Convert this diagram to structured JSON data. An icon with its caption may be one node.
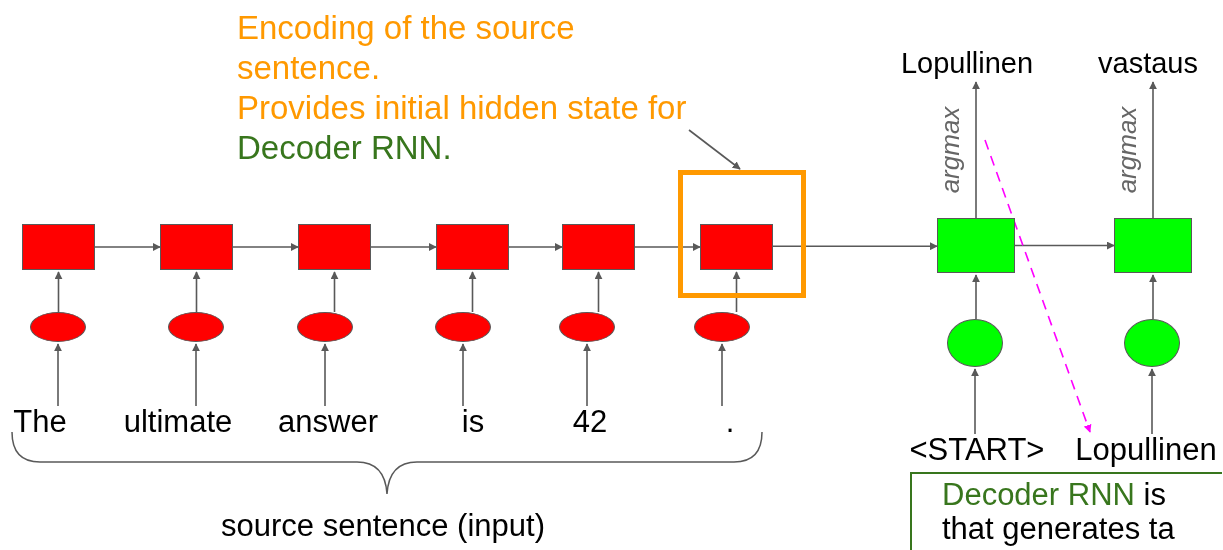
{
  "diagram": {
    "nodes": [
      {
        "text": [
          "Encoding of the source sentence.",
          "Provides initial hidden state for",
          "Decoder RNN."
        ]
      },
      {
        "text": [
          "Lopullinen"
        ]
      },
      {
        "text": [
          "vastaus"
        ]
      },
      {
        "text": [],
        "shape": "box"
      },
      {
        "text": [],
        "shape": "box"
      },
      {
        "text": [],
        "shape": "box"
      },
      {
        "text": [],
        "shape": "box"
      },
      {
        "text": [],
        "shape": "box"
      },
      {
        "text": [],
        "shape": "box"
      },
      {
        "text": [],
        "shape": "box",
        "in": 3
      },
      {
        "text": [],
        "shape": "box"
      },
      {
        "text": [],
        "shape": "box"
      },
      {
        "text": [],
        "shape": "circle"
      },
      {
        "text": [],
        "shape": "circle"
      },
      {
        "text": [],
        "shape": "circle"
      },
      {
        "text": [],
        "shape": "circle"
      },
      {
        "text": [],
        "shape": "circle"
      },
      {
        "text": [],
        "shape": "circle"
      },
      {
        "text": [],
        "shape": "circle"
      },
      {
        "text": [],
        "shape": "circle"
      },
      {
        "text": [
          "The"
        ]
      },
      {
        "text": [
          "ultimate"
        ]
      },
      {
        "text": [
          "answer"
        ]
      },
      {
        "text": [
          "is"
        ]
      },
      {
        "text": [
          "42"
        ]
      },
      {
        "text": [
          "."
        ]
      },
      {
        "text": [
          "<START>"
        ]
      },
      {
        "text": [
          "Lopullinen"
        ]
      },
      {
        "text": [
          "Decoder RNN",
          "is that generates ta"
        ]
      }
    ],
    "edges": [
      {
        "from": 0,
        "to": 3,
        "arrow": "to"
      },
      {
        "from": 4,
        "to": 5,
        "arrow": "to"
      },
      {
        "from": 5,
        "to": 6,
        "arrow": "to"
      },
      {
        "from": 6,
        "to": 7,
        "arrow": "to"
      },
      {
        "from": 7,
        "to": 8,
        "arrow": "to"
      },
      {
        "from": 8,
        "to": 9,
        "arrow": "to"
      },
      {
        "from": 9,
        "to": 10,
        "arrow": "to"
      },
      {
        "from": 10,
        "to": 11,
        "arrow": "to"
      },
      {
        "from": 10,
        "to": 1,
        "arrow": "to",
        "label": "argmax"
      },
      {
        "from": 11,
        "to": 2,
        "arrow": "to",
        "label": "argmax"
      },
      {
        "from": 12,
        "to": 4,
        "arrow": "to"
      },
      {
        "from": 13,
        "to": 5,
        "arrow": "to"
      },
      {
        "from": 14,
        "to": 6,
        "arrow": "to"
      },
      {
        "from": 15,
        "to": 7,
        "arrow": "to"
      },
      {
        "from": 16,
        "to": 8,
        "arrow": "to"
      },
      {
        "from": 17,
        "to": 9,
        "arrow": "to"
      },
      {
        "from": 18,
        "to": 10,
        "arrow": "to"
      },
      {
        "from": 19,
        "to": 11,
        "arrow": "to"
      },
      {
        "from": 20,
        "to": 12,
        "arrow": "to"
      },
      {
        "from": 21,
        "to": 13,
        "arrow": "to"
      },
      {
        "from": 22,
        "to": 14,
        "arrow": "to"
      },
      {
        "from": 23,
        "to": 15,
        "arrow": "to"
      },
      {
        "from": 24,
        "to": 16,
        "arrow": "to"
      },
      {
        "from": 25,
        "to": 17,
        "arrow": "to"
      },
      {
        "from": 26,
        "to": 18,
        "arrow": "to"
      },
      {
        "from": 27,
        "to": 19,
        "arrow": "to"
      },
      {
        "from": null,
        "to": 27,
        "arrow": "to",
        "style": "dashed",
        "color": "#ff00ff"
      }
    ],
    "labels": [
      "source sentence (input)"
    ]
  }
}
